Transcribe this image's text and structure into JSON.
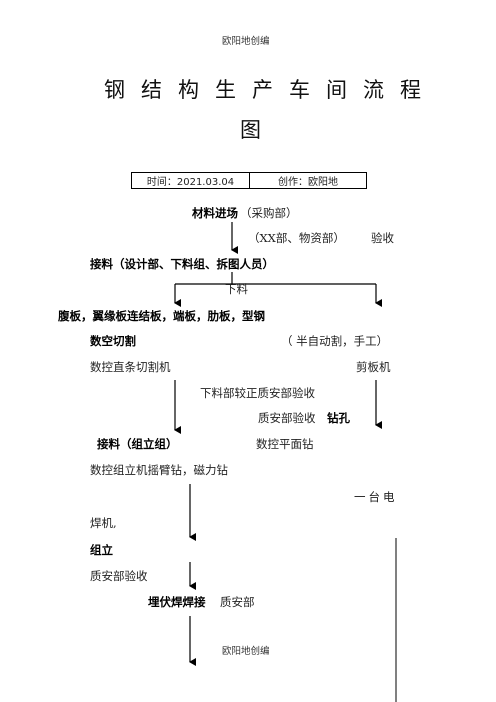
{
  "header_text": "欧阳地创编",
  "footer_text": "欧阳地创编",
  "title_line1": "钢结构生产车间流程",
  "title_line2": "图",
  "info_table": {
    "time": "时间：2021.03.04",
    "author": "创作：欧阳地"
  },
  "flow": {
    "materials_in": "材料进场",
    "purchasing": "（采购部）",
    "departments": "（XX部、物资部）",
    "acceptance": "验收",
    "cutting_receive": "接料（设计部、下料组、拆图人员）",
    "blanking": "下料",
    "parts": "腹板，翼缘板连结板，端板，肋板，型钢",
    "cnc_cutting": "数空切割",
    "semi_auto": "（ 半自动割，手工）",
    "cnc_strip_cutter": "数控直条切割机",
    "shearing_machine": "剪板机",
    "blanking_check": "下料部较正质安部验收",
    "qa_check": "质安部验收",
    "drilling": "钻孔",
    "assembly_receive": "接料（组立组）",
    "cnc_plane_drill": "数控平面钻",
    "cnc_assembly": "数控组立机摇臂钻，磁力钻",
    "one_welder_a": "一台电",
    "one_welder_b": "焊机,",
    "assembly": "组立",
    "qa_acceptance": "质安部验收",
    "submerged_arc": "埋伏焊焊接",
    "qa_dept": "质安部"
  }
}
